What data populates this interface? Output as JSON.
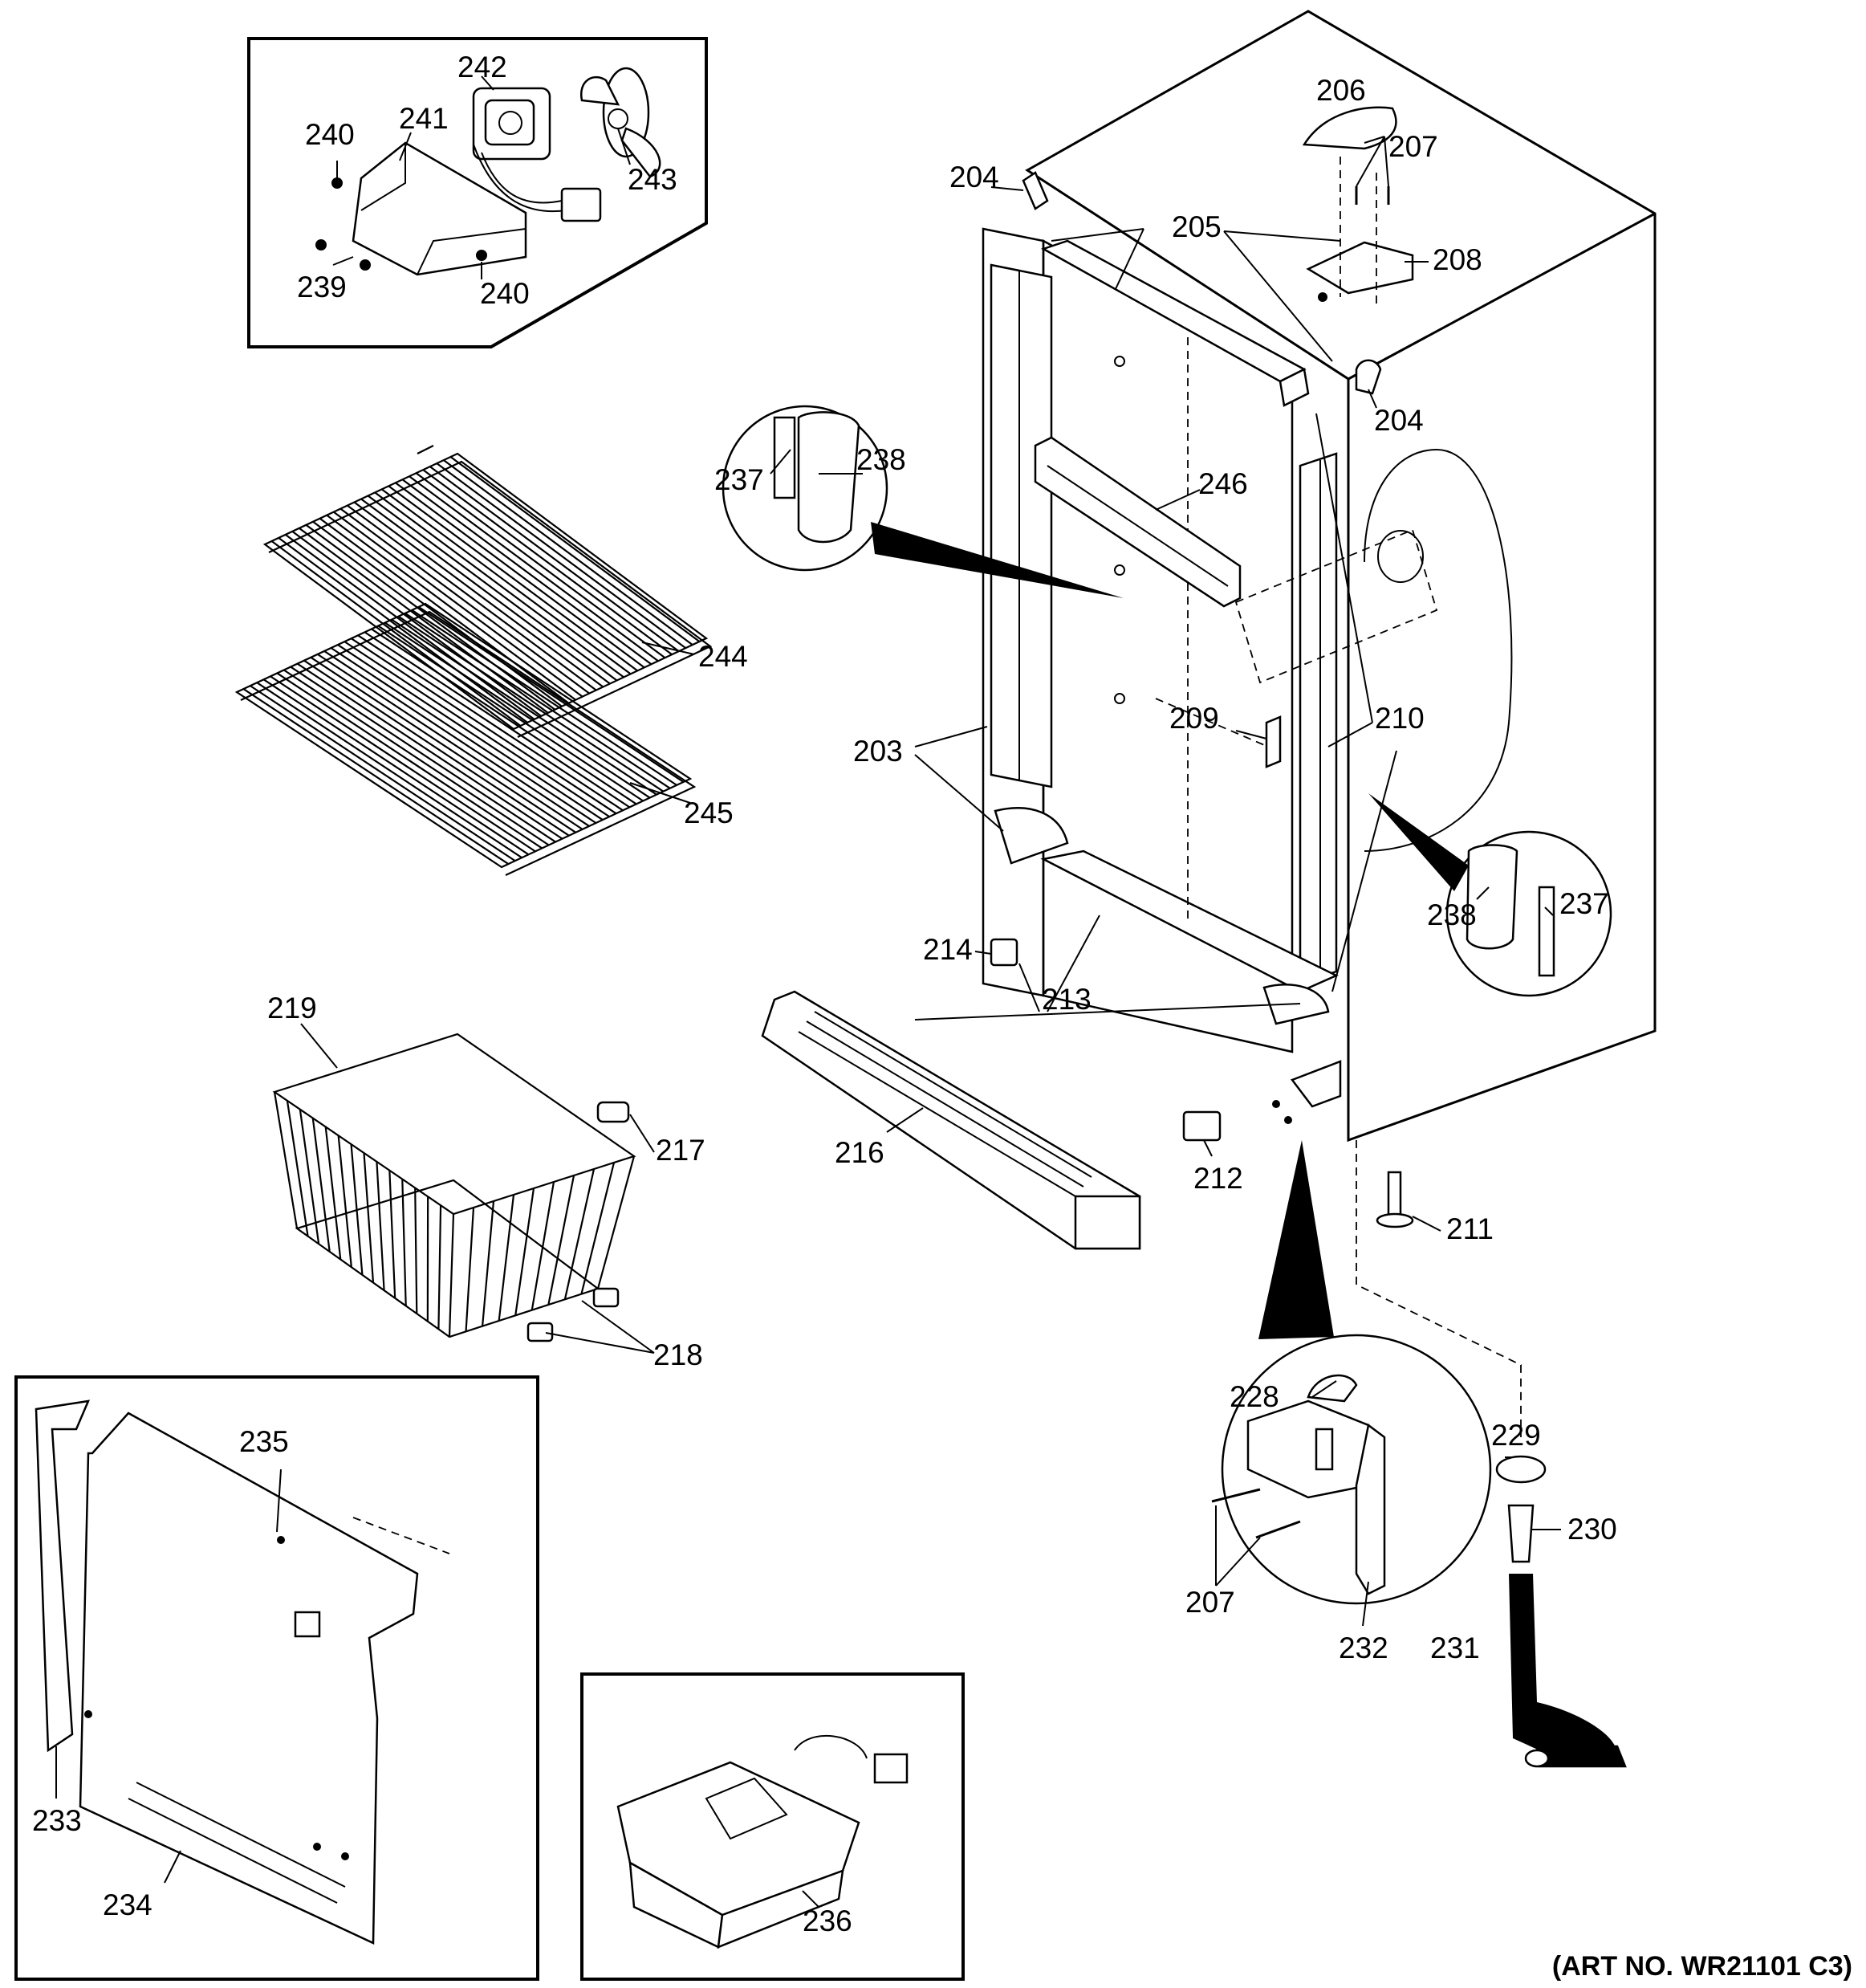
{
  "art_number": "(ART NO. WR21101 C3)",
  "callouts": {
    "p203": "203",
    "p204a": "204",
    "p204b": "204",
    "p205": "205",
    "p206": "206",
    "p207a": "207",
    "p207b": "207",
    "p208": "208",
    "p209": "209",
    "p210": "210",
    "p211": "211",
    "p212": "212",
    "p213": "213",
    "p214": "214",
    "p216": "216",
    "p217": "217",
    "p218": "218",
    "p219": "219",
    "p228": "228",
    "p229": "229",
    "p230": "230",
    "p231": "231",
    "p232": "232",
    "p233": "233",
    "p234": "234",
    "p235": "235",
    "p236": "236",
    "p237a": "237",
    "p237b": "237",
    "p238a": "238",
    "p238b": "238",
    "p239": "239",
    "p240a": "240",
    "p240b": "240",
    "p241": "241",
    "p242": "242",
    "p243": "243",
    "p244": "244",
    "p245": "245",
    "p246": "246"
  }
}
